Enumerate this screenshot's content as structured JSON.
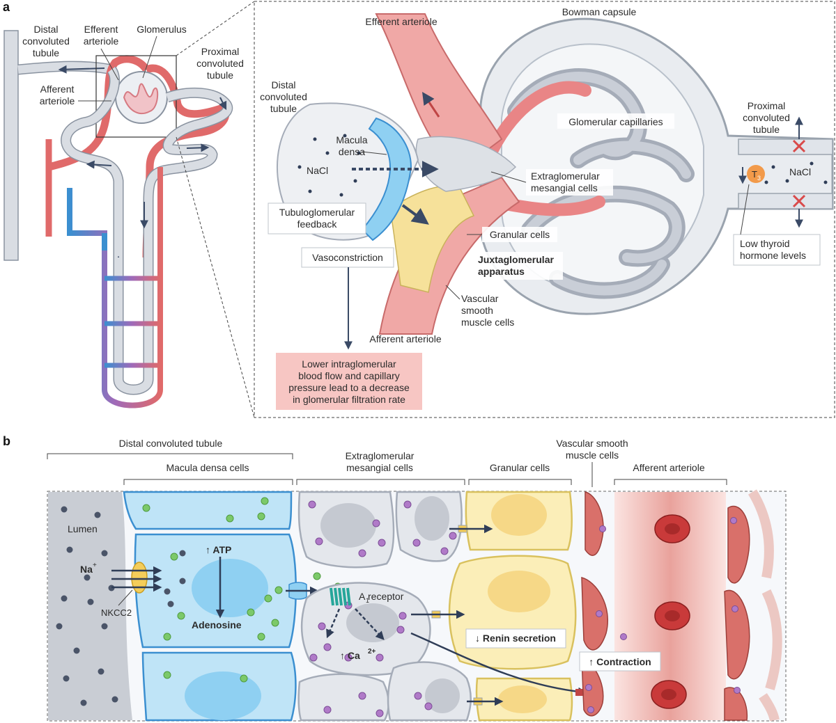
{
  "panel_a": {
    "letter": "a",
    "nephron": {
      "distal_convoluted_tubule": [
        "Distal",
        "convoluted",
        "tubule"
      ],
      "efferent_arteriole": [
        "Efferent",
        "arteriole"
      ],
      "glomerulus": "Glomerulus",
      "proximal_convoluted_tubule": [
        "Proximal",
        "convoluted",
        "tubule"
      ],
      "afferent_arteriole": [
        "Afferent",
        "arteriole"
      ]
    },
    "zoom": {
      "efferent_arteriole": "Efferent arteriole",
      "bowman_capsule": "Bowman capsule",
      "distal_convoluted_tubule": [
        "Distal",
        "convoluted",
        "tubule"
      ],
      "macula_densa": [
        "Macula",
        "densa"
      ],
      "nacl_left": "NaCl",
      "glomerular_capillaries": "Glomerular capillaries",
      "proximal_convoluted_tubule": [
        "Proximal",
        "convoluted",
        "tubule"
      ],
      "extraglomerular_mesangial_cells": [
        "Extraglomerular",
        "mesangial cells"
      ],
      "t3": "T",
      "t3_sub": "3",
      "nacl_right": "NaCl",
      "tubuloglomerular_feedback": [
        "Tubuloglomerular",
        "feedback"
      ],
      "granular_cells": "Granular cells",
      "vasoconstriction": "Vasoconstriction",
      "juxtaglomerular_apparatus": [
        "Juxtaglomerular",
        "apparatus"
      ],
      "low_thyroid": [
        "Low thyroid",
        "hormone levels"
      ],
      "vascular_smooth_muscle_cells": [
        "Vascular",
        "smooth",
        "muscle cells"
      ],
      "afferent_arteriole": "Afferent arteriole",
      "outcome": [
        "Lower intraglomerular",
        "blood flow and capillary",
        "pressure lead to a decrease",
        "in glomerular filtration rate"
      ]
    }
  },
  "panel_b": {
    "letter": "b",
    "headers": {
      "distal_convoluted_tubule": "Distal convoluted tubule",
      "macula_densa_cells": "Macula densa cells",
      "extraglomerular_mesangial_cells": [
        "Extraglomerular",
        "mesangial cells"
      ],
      "granular_cells": "Granular cells",
      "vascular_smooth_muscle_cells": [
        "Vascular smooth",
        "muscle cells"
      ],
      "afferent_arteriole": "Afferent arteriole"
    },
    "labels": {
      "lumen": "Lumen",
      "na": "Na",
      "na_sup": "+",
      "nkcc2": "NKCC2",
      "atp": "↑ ATP",
      "adenosine": "Adenosine",
      "a1_receptor_a": "A",
      "a1_receptor_sub": "1",
      "a1_receptor_rest": " receptor",
      "ca": "↑ Ca",
      "ca_sup": "2+",
      "renin": "↓ Renin secretion",
      "contraction": "↑ Contraction"
    }
  },
  "colors": {
    "artery_red": "#e06a6a",
    "vein_blue": "#3b8fd0",
    "tubule_grey": "#d9dde3",
    "macula_blue": "#8fd0f2",
    "granular_yellow": "#f6e19a",
    "outcome_pink": "#f7c6c3",
    "arrow_navy": "#3a4a66",
    "purple_dot": "#b07ac8",
    "green_dot": "#7cc96a"
  }
}
